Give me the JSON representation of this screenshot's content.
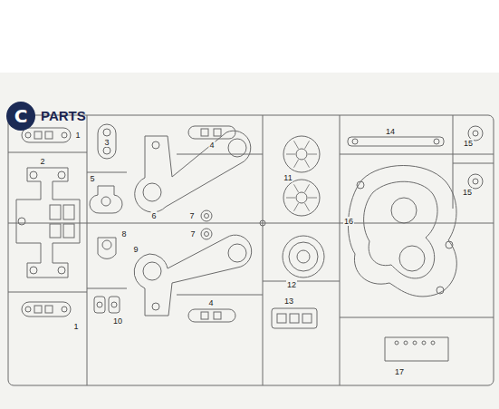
{
  "diagram": {
    "nodes": [
      {
        "text": [
          "C"
        ]
      }
    ],
    "labels": [
      "PARTS",
      "1",
      "3",
      "4",
      "14",
      "15",
      "2",
      "5",
      "6",
      "11",
      "15",
      "16",
      "7",
      "7",
      "8",
      "9",
      "12",
      "10",
      "1",
      "4",
      "13",
      "17"
    ]
  }
}
